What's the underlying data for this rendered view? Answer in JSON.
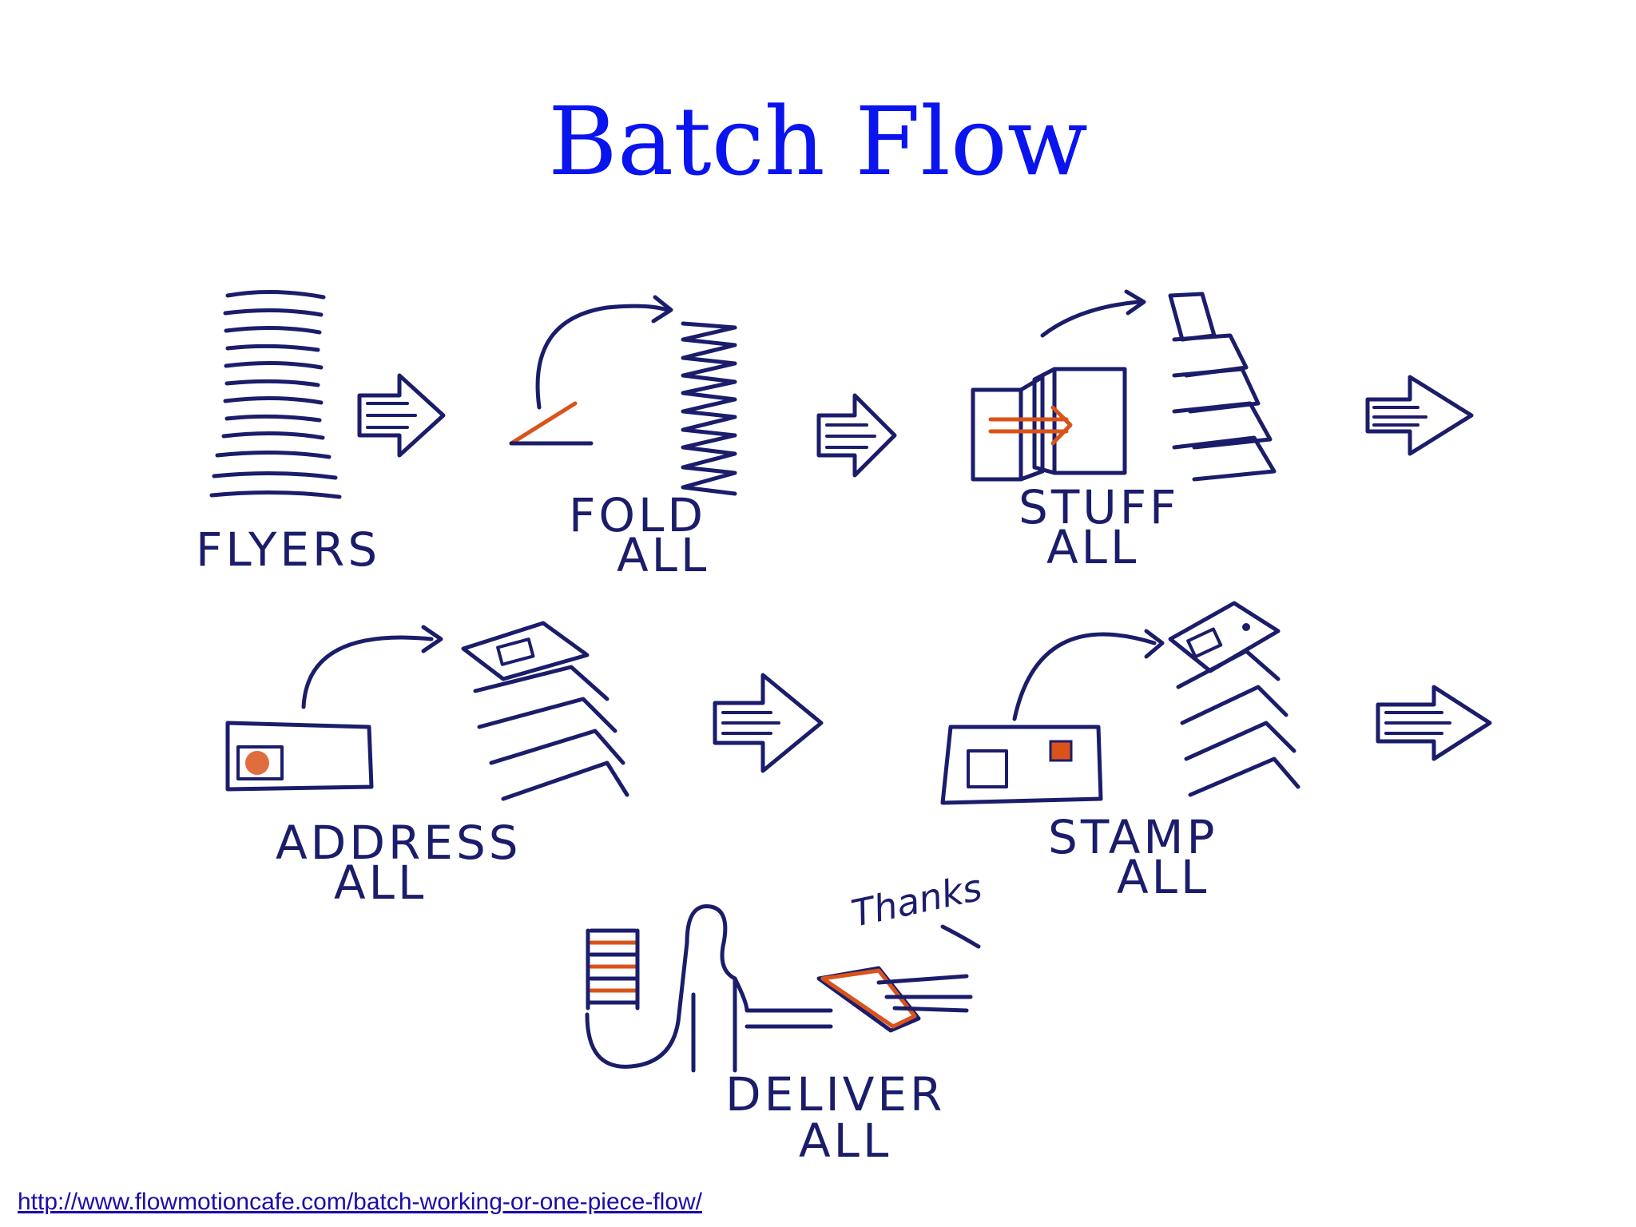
{
  "title": "Batch Flow",
  "steps": [
    {
      "label_line1": "FLYERS",
      "label_line2": ""
    },
    {
      "label_line1": "FOLD",
      "label_line2": "ALL"
    },
    {
      "label_line1": "STUFF",
      "label_line2": "ALL"
    },
    {
      "label_line1": "ADDRESS",
      "label_line2": "ALL"
    },
    {
      "label_line1": "STAMP",
      "label_line2": "ALL"
    },
    {
      "label_line1": "DELIVER",
      "label_line2": "ALL"
    }
  ],
  "speech": "Thanks",
  "source_url": "http://www.flowmotioncafe.com/batch-working-or-one-piece-flow/",
  "colors": {
    "title": "#0a14ee",
    "ink": "#1b1d6b",
    "accent": "#d9531b",
    "link": "#1a0dab"
  }
}
